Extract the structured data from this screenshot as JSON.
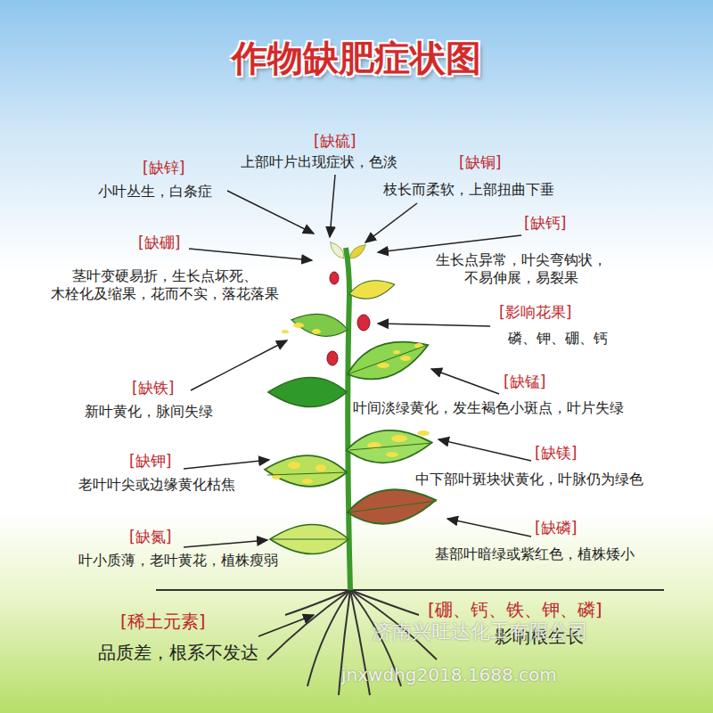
{
  "diagram": {
    "title": "作物缺肥症状图",
    "labels": [
      "[缺硫]",
      "上部叶片出现症状，色淡",
      "[缺锌]",
      "小叶丛生，白条症",
      "[缺铜]",
      "枝长而柔软，上部扭曲下垂",
      "[缺钙]",
      "生长点异常，叶尖弯钩状， 不易伸展，易裂果",
      "[缺硼]",
      "茎叶变硬易折，生长点坏死、 木栓化及缩果，花而不实，落花落果",
      "[影响花果]",
      "磷、钾、硼、钙",
      "[缺铁]",
      "新叶黄化，脉间失绿",
      "[缺锰]",
      "叶间淡绿黄化，发生褐色小斑点，叶片失绿",
      "[缺钾]",
      "老叶叶尖或边缘黄化枯焦",
      "[缺镁]",
      "中下部叶斑块状黄化，叶脉仍为绿色",
      "[缺氮]",
      "叶小质薄，老叶黄花，植株瘦弱",
      "[缺磷]",
      "基部叶暗绿或紫红色，植株矮小",
      "[稀土元素]",
      "品质差，根系不发达",
      "[硼、钙、铁、钾、磷]",
      "影响根生长",
      "济南兴旺达化工有限公司",
      "jnxwdhg2018.1688.com"
    ]
  }
}
